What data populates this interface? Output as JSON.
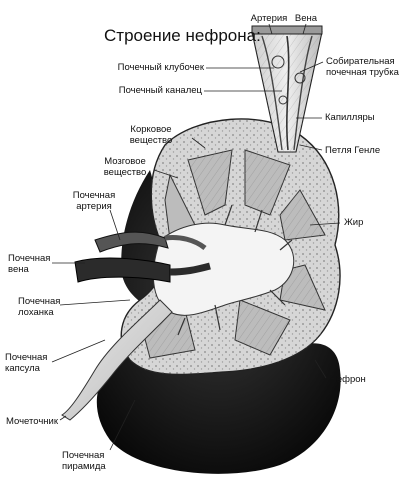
{
  "title": "Строение нефрона:",
  "labels": {
    "artery_top": "Артерия",
    "vein_top": "Вена",
    "glomerulus": "Почечный клубочек",
    "tubule": "Почечный каналец",
    "collecting_duct": "Собирательная\nпочечная трубка",
    "capillaries": "Капилляры",
    "cortex": "Корковое\nвещество",
    "henle_loop": "Петля Генле",
    "medulla": "Мозговое\nвещество",
    "renal_artery": "Почечная\nартерия",
    "fat": "Жир",
    "renal_vein": "Почечная\nвена",
    "pelvis": "Почечная\nлоханка",
    "capsule": "Почечная\nкапсула",
    "nephron": "Нефрон",
    "ureter": "Мочеточник",
    "pyramid": "Почечная\nпирамида"
  },
  "colors": {
    "ink": "#111111",
    "cortex": "#d6d6d6",
    "medulla": "#bcbcbc",
    "pelvis": "#f4f4f4",
    "shadow": "#1c1c1c",
    "vessel": "#3a3a3a"
  }
}
